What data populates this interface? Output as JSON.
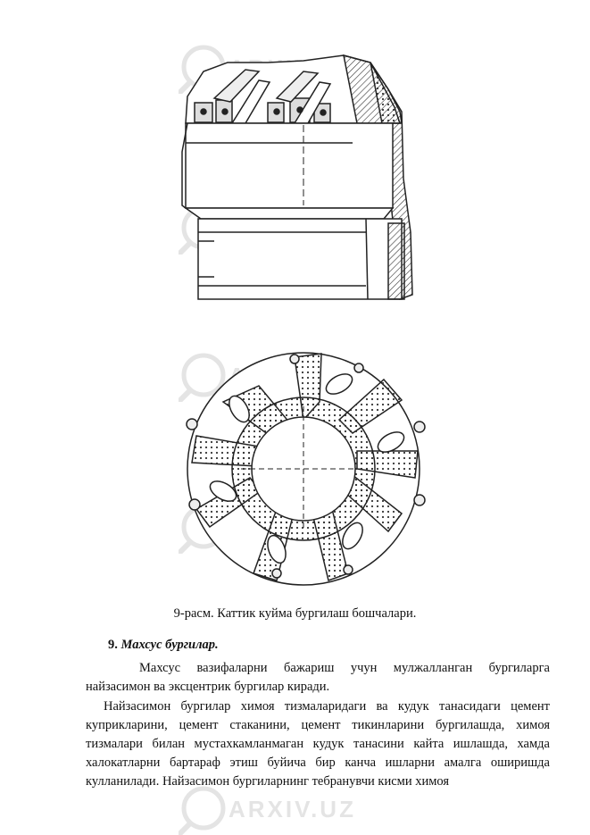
{
  "figure": {
    "caption": "9-расм.  Каттик куйма бургилаш бошчалари.",
    "watermark": "ARXIV.UZ"
  },
  "section": {
    "number": "9.",
    "title": "Махсус бургилар."
  },
  "paragraphs": [
    "Махсус вазифаларни бажариш учун мулжалланган бургиларга найзасимон ва эксцентрик бургилар киради.",
    "Найзасимон бургилар химоя тизмаларидаги ва кудук танасидаги цемент куприкларини, цемент стаканини, цемент тикинларини бургилашда, химоя тизмалари билан мустахкамланмаган кудук танасини кайта ишлашда, хамда халокатларни бартараф этиш буйича бир канча ишларни амалга оширишда кулланилади.   Найзасимон бургиларнинг тебранувчи кисми химоя"
  ]
}
